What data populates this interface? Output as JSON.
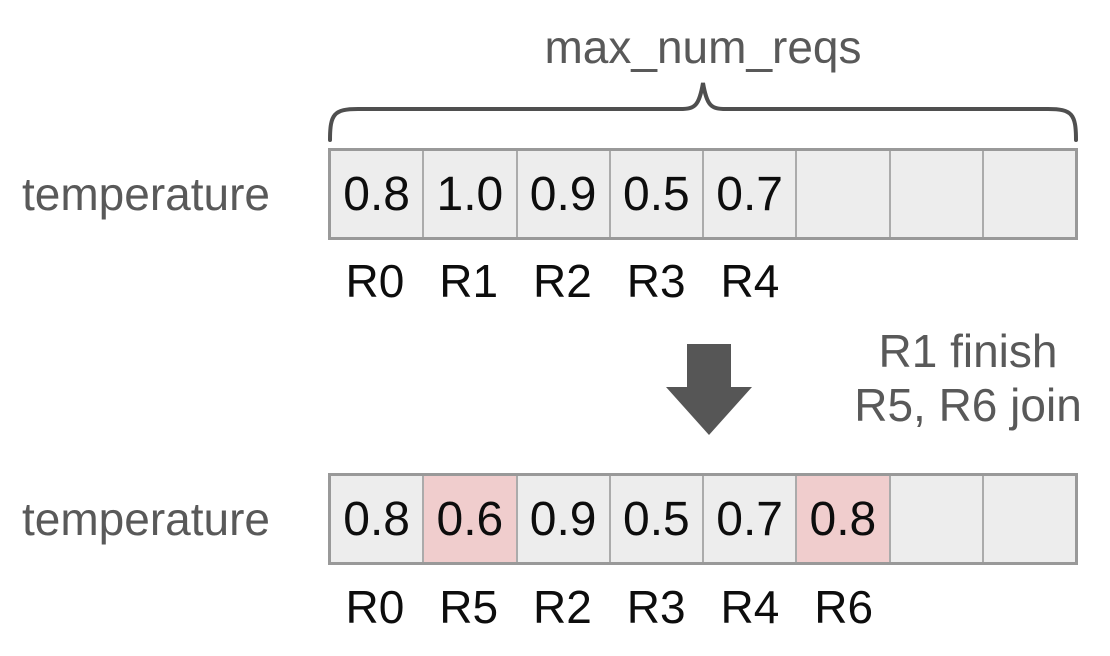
{
  "colors": {
    "gray_text": "#595959",
    "value_text": "#0d0d0d",
    "cell_fill": "#ededed",
    "cell_highlight": "#f0cdcd",
    "cell_border": "#999999",
    "cell_divider": "#ababab",
    "brace_stroke": "#4f4f4f",
    "arrow_fill": "#565656"
  },
  "annotation": {
    "brace_label": "max_num_reqs"
  },
  "transition": {
    "arrow_icon": "down-arrow",
    "line1": "R1 finish",
    "line2": "R5, R6 join"
  },
  "arrays": {
    "before": {
      "label": "temperature",
      "cells": [
        {
          "value": "0.8",
          "req": "R0",
          "highlight": false
        },
        {
          "value": "1.0",
          "req": "R1",
          "highlight": false
        },
        {
          "value": "0.9",
          "req": "R2",
          "highlight": false
        },
        {
          "value": "0.5",
          "req": "R3",
          "highlight": false
        },
        {
          "value": "0.7",
          "req": "R4",
          "highlight": false
        },
        {
          "value": "",
          "req": "",
          "highlight": false
        },
        {
          "value": "",
          "req": "",
          "highlight": false
        },
        {
          "value": "",
          "req": "",
          "highlight": false
        }
      ]
    },
    "after": {
      "label": "temperature",
      "cells": [
        {
          "value": "0.8",
          "req": "R0",
          "highlight": false
        },
        {
          "value": "0.6",
          "req": "R5",
          "highlight": true
        },
        {
          "value": "0.9",
          "req": "R2",
          "highlight": false
        },
        {
          "value": "0.5",
          "req": "R3",
          "highlight": false
        },
        {
          "value": "0.7",
          "req": "R4",
          "highlight": false
        },
        {
          "value": "0.8",
          "req": "R6",
          "highlight": true
        },
        {
          "value": "",
          "req": "",
          "highlight": false
        },
        {
          "value": "",
          "req": "",
          "highlight": false
        }
      ]
    }
  }
}
